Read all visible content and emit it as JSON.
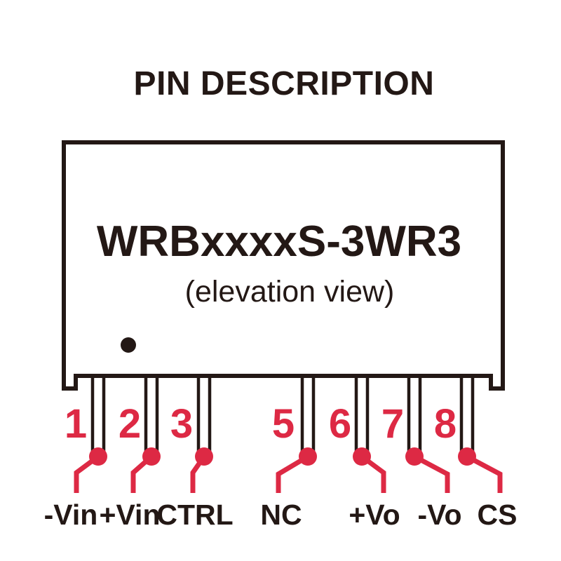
{
  "title": "PIN DESCRIPTION",
  "module": {
    "name": "WRBxxxxS-3WR3",
    "view_label": "(elevation view)"
  },
  "colors": {
    "ink": "#231815",
    "accent_red": "#DD2944",
    "background": "#FFFFFF"
  },
  "pins": [
    {
      "number": "1",
      "label": "-Vin"
    },
    {
      "number": "2",
      "label": "+Vin"
    },
    {
      "number": "3",
      "label": "CTRL"
    },
    {
      "number": "5",
      "label": "NC"
    },
    {
      "number": "6",
      "label": "+Vo"
    },
    {
      "number": "7",
      "label": "-Vo"
    },
    {
      "number": "8",
      "label": "CS"
    }
  ]
}
